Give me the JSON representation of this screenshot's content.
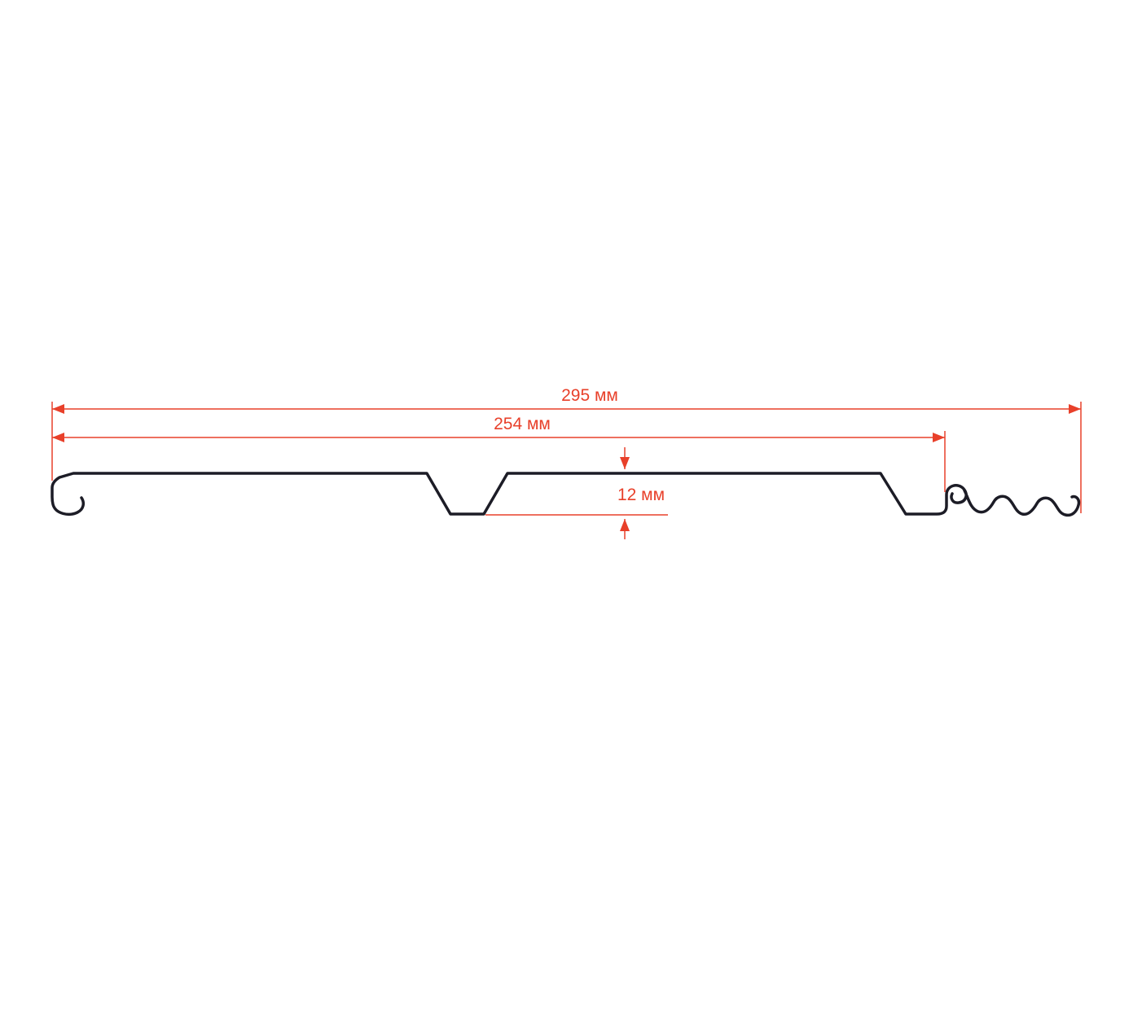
{
  "colors": {
    "dimension": "#e8402a",
    "profile": "#1c1c26",
    "background": "#ffffff"
  },
  "diagram": {
    "type": "panel-profile-cross-section",
    "dimensions": {
      "total_width": {
        "label": "295 мм",
        "value": 295,
        "unit": "мм"
      },
      "lock_width": {
        "label": "254 мм",
        "value": 254,
        "unit": "мм"
      },
      "depth": {
        "label": "12 мм",
        "value": 12,
        "unit": "мм"
      }
    }
  }
}
